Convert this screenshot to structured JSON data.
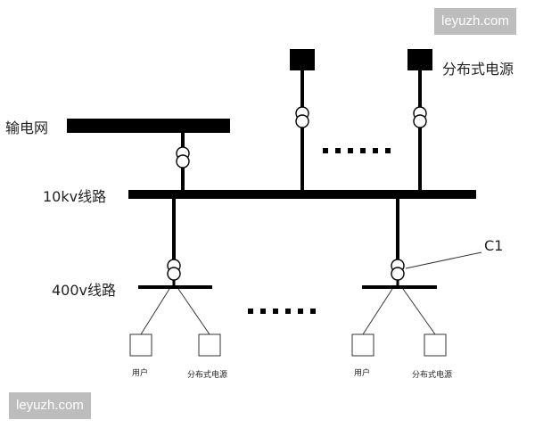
{
  "labels": {
    "transmission_grid": "输电网",
    "line_10kv": "10kv线路",
    "line_400v": "400v线路",
    "distributed_source": "分布式电源",
    "c1": "C1"
  },
  "loads": [
    {
      "user": "用户",
      "source": "分布式电源"
    },
    {
      "user": "用户",
      "source": "分布式电源"
    }
  ],
  "watermarks": [
    "leyuzh.com",
    "leyuzh.com"
  ],
  "colors": {
    "line": "#000000",
    "text": "#222222",
    "watermark_bg": "#bdbdbd"
  }
}
